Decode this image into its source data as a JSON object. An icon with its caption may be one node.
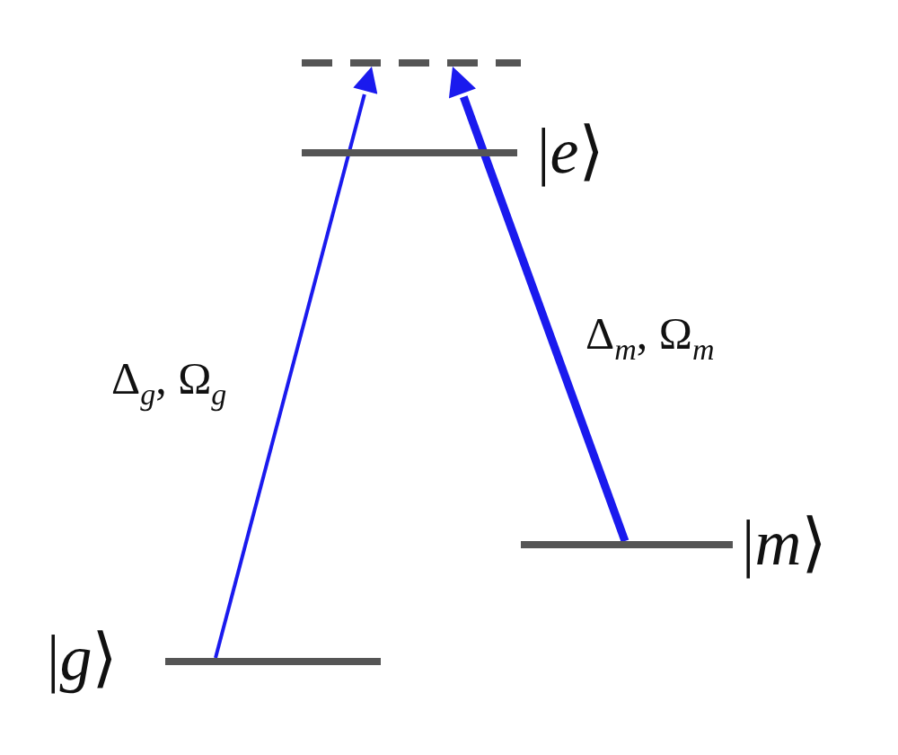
{
  "diagram": {
    "nodes": [
      {
        "text": [],
        "shape": "bar"
      },
      {
        "text": [],
        "shape": "bar",
        "beside": [
          "|*e*⟩"
        ]
      },
      {
        "text": [],
        "shape": "bar",
        "beside": [
          "|*m*⟩"
        ]
      },
      {
        "text": [],
        "shape": "bar",
        "beside": [
          "|*g*⟩"
        ]
      }
    ],
    "edges": [
      {
        "from": 3,
        "to": 0,
        "arrow": "to",
        "label": "Δ$_{g}$, Ω$_{g}$"
      },
      {
        "from": 2,
        "to": 0,
        "arrow": "to",
        "label": "Δ$_{m}$, Ω$_{m}$",
        "style": "thick"
      }
    ]
  }
}
